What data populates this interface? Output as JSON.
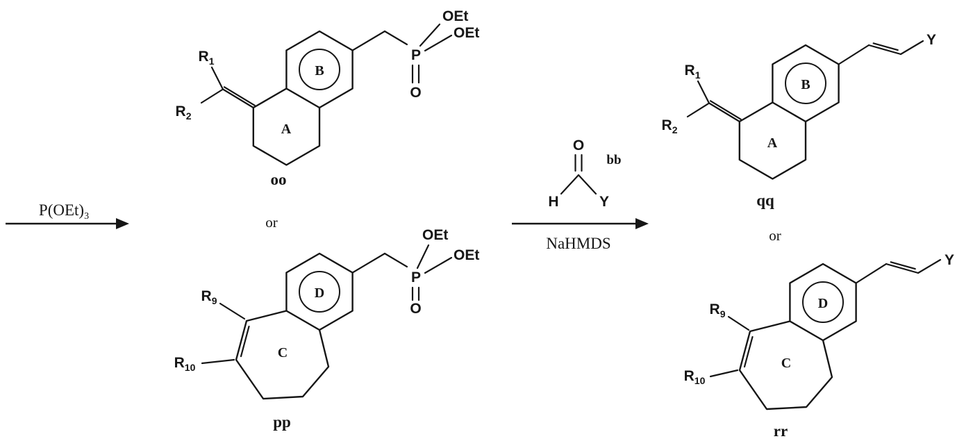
{
  "scheme": {
    "left_step": {
      "reagent_base": "P(OEt)",
      "reagent_sub": "3"
    },
    "middle_step": {
      "aldehyde_o": "O",
      "aldehyde_h": "H",
      "aldehyde_y": "Y",
      "aldehyde_label": "bb",
      "base_reagent": "NaHMDS"
    },
    "or_label": "or",
    "atoms": {
      "oet": "OEt",
      "p": "P",
      "o": "O",
      "y": "Y"
    },
    "substituents": {
      "r1_base": "R",
      "r1_sub": "1",
      "r2_base": "R",
      "r2_sub": "2",
      "r9_base": "R",
      "r9_sub": "9",
      "r10_base": "R",
      "r10_sub": "10"
    },
    "rings": {
      "a": "A",
      "b": "B",
      "c": "C",
      "d": "D"
    },
    "compounds": {
      "oo": "oo",
      "pp": "pp",
      "qq": "qq",
      "rr": "rr"
    }
  }
}
